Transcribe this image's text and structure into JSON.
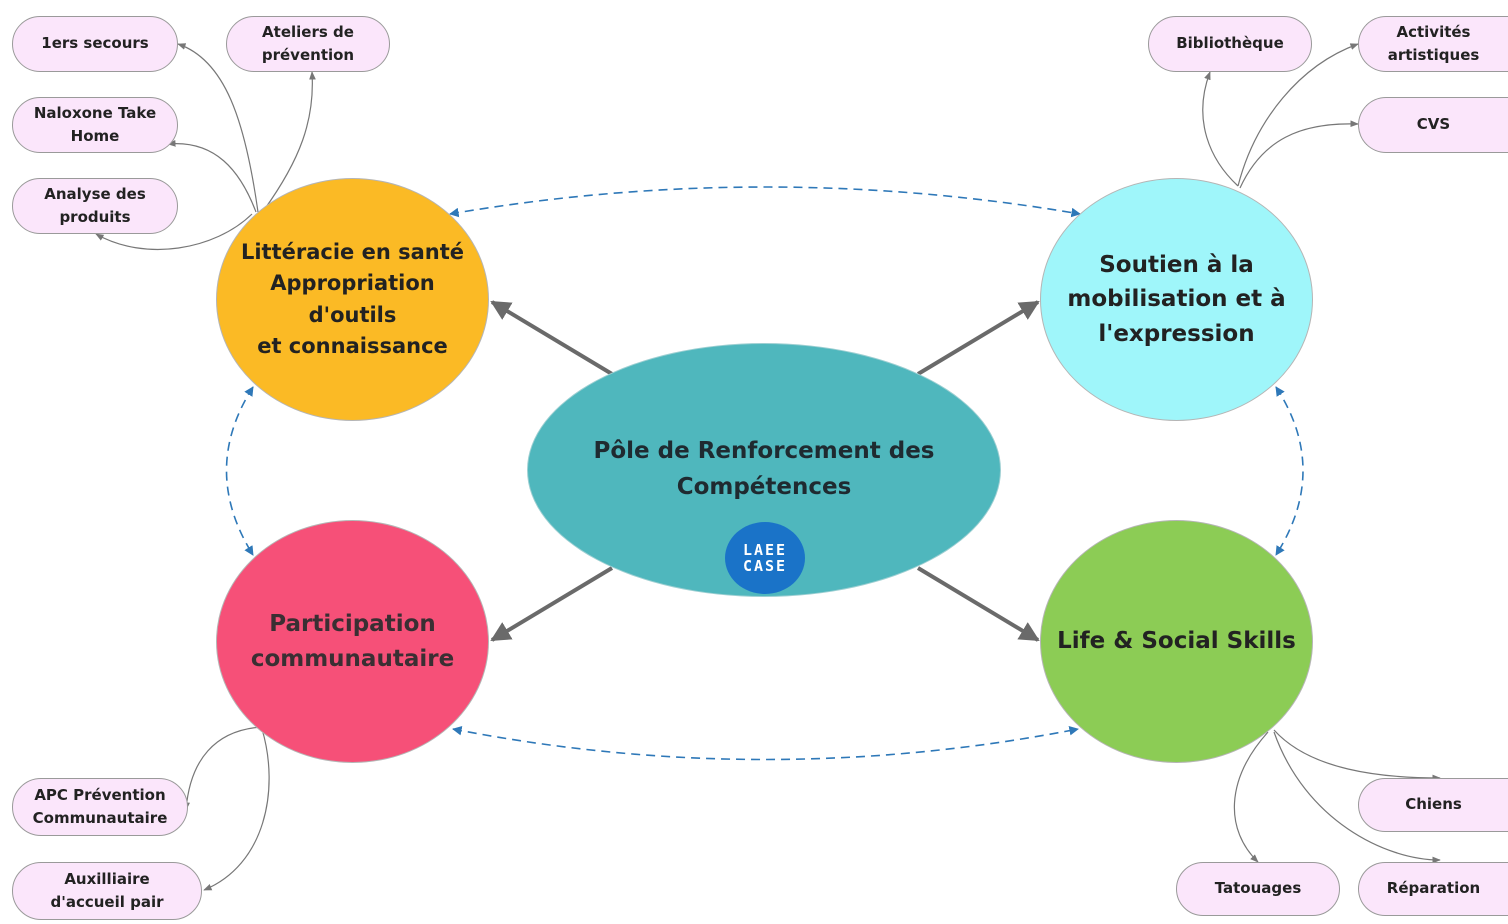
{
  "diagram": {
    "center": {
      "title": "Pôle de Renforcement des\nCompétences",
      "logo_text": "LAEE\nCASE",
      "color": "#4fb7bd",
      "logo_color": "#1a73c8"
    },
    "nodes": {
      "litteracie": {
        "label": "Littéracie en santé\nAppropriation d'outils\net  connaissance",
        "color": "#fbba25"
      },
      "soutien": {
        "label": "Soutien à la\nmobilisation et à\nl'expression",
        "color": "#9ff6fa"
      },
      "participation": {
        "label": "Participation\ncommunautaire",
        "color": "#f65078"
      },
      "life": {
        "label": "Life & Social Skills",
        "color": "#8ccc55"
      }
    },
    "leaves": {
      "secours": "1ers secours",
      "ateliers": "Ateliers de\nprévention",
      "naloxone": "Naloxone Take\nHome",
      "analyse": "Analyse des\nproduits",
      "bibliotheque": "Bibliothèque",
      "activites": "Activités\nartistiques",
      "cvs": "CVS",
      "apc": "APC Prévention\nCommunautaire",
      "auxilliaire": "Auxilliaire\nd'accueil pair",
      "chiens": "Chiens",
      "tatouages": "Tatouages",
      "reparation": "Réparation"
    },
    "colors": {
      "leaf_fill": "#fbe6fb",
      "main_arrow": "#6a6a6a",
      "dashed_arrow": "#2e78b8",
      "leaf_connector": "#777777"
    }
  }
}
